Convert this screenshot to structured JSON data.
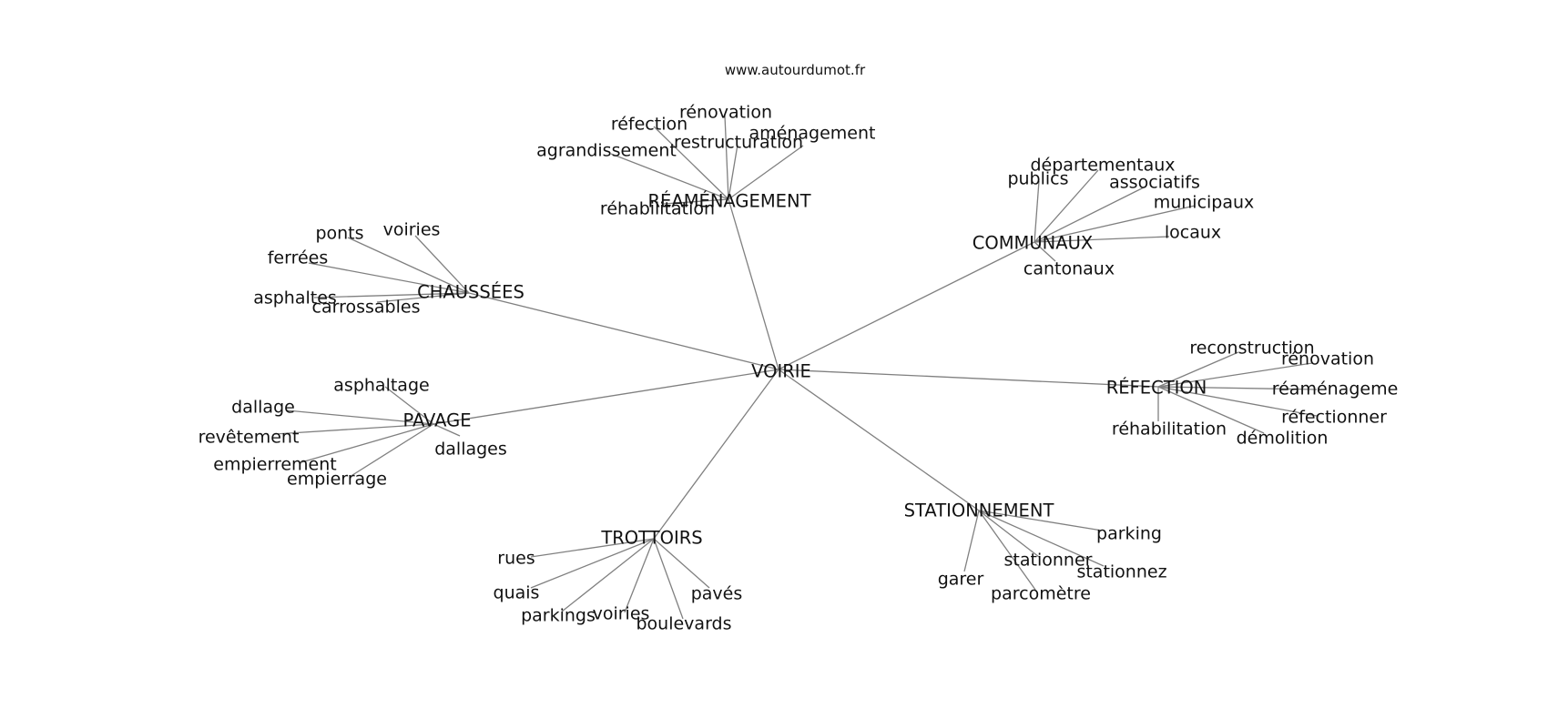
{
  "source": "www.autourdumot.fr",
  "root": "VOIRIE",
  "clusters": [
    {
      "key": "reamenagement",
      "label": "RÉAMÉNAGEMENT",
      "words": [
        "réfection",
        "rénovation",
        "agrandissement",
        "restructuration",
        "aménagement",
        "réhabilitation"
      ]
    },
    {
      "key": "communaux",
      "label": "COMMUNAUX",
      "words": [
        "départementaux",
        "publics",
        "associatifs",
        "municipaux",
        "locaux",
        "cantonaux"
      ]
    },
    {
      "key": "chaussees",
      "label": "CHAUSSÉES",
      "words": [
        "ponts",
        "voiries",
        "ferrées",
        "asphaltes",
        "carrossables"
      ]
    },
    {
      "key": "refection",
      "label": "RÉFECTION",
      "words": [
        "reconstruction",
        "rénovation",
        "réaménageme",
        "réfectionner",
        "réhabilitation",
        "démolition"
      ]
    },
    {
      "key": "pavage",
      "label": "PAVAGE",
      "words": [
        "asphaltage",
        "dallage",
        "revêtement",
        "empierrement",
        "empierrage",
        "dallages"
      ]
    },
    {
      "key": "stationnement",
      "label": "STATIONNEMENT",
      "words": [
        "parking",
        "stationner",
        "stationnez",
        "garer",
        "parcomètre"
      ]
    },
    {
      "key": "trottoirs",
      "label": "TROTTOIRS",
      "words": [
        "rues",
        "quais",
        "parkings",
        "voiries",
        "pavés",
        "boulevards"
      ]
    }
  ]
}
